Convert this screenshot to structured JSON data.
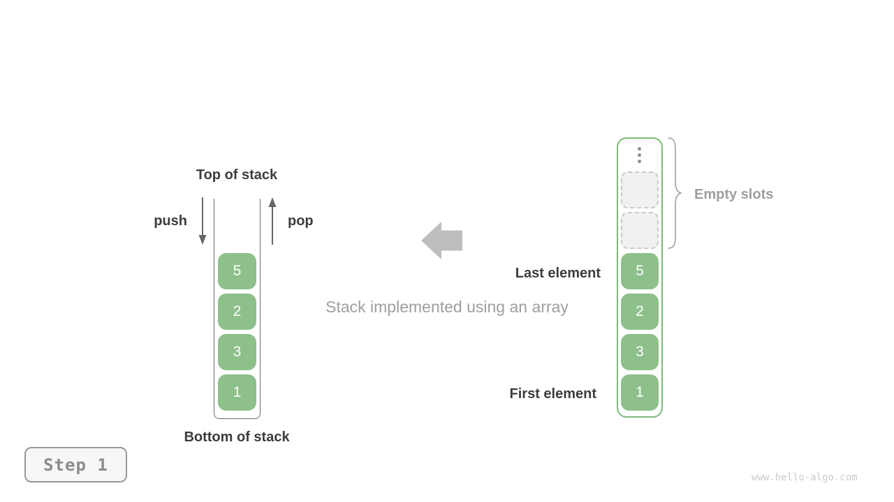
{
  "stack": {
    "top_label": "Top of stack",
    "bottom_label": "Bottom of stack",
    "push_label": "push",
    "pop_label": "pop",
    "values": [
      "5",
      "2",
      "3",
      "1"
    ]
  },
  "caption": {
    "text": "Stack implemented using an array"
  },
  "array": {
    "values": [
      "5",
      "2",
      "3",
      "1"
    ],
    "empty_slot_count": 2,
    "labels": {
      "empty_slots": "Empty slots",
      "last_element": "Last element",
      "first_element": "First element"
    }
  },
  "step_badge": {
    "label": "Step 1"
  },
  "watermark": {
    "text": "www.hello-algo.com"
  },
  "colors": {
    "cell_green": "#8dc08a",
    "array_border_green": "#7cba78",
    "label_dark": "#3c3c3c",
    "label_gray": "#9e9e9e",
    "thin_arrow_gray": "#666666",
    "block_arrow_gray": "#bdbdbd",
    "empty_slot_bg": "#f1f1f1",
    "empty_slot_border": "#c9c9c9",
    "stack_wall_gray": "#6e6e6e"
  }
}
